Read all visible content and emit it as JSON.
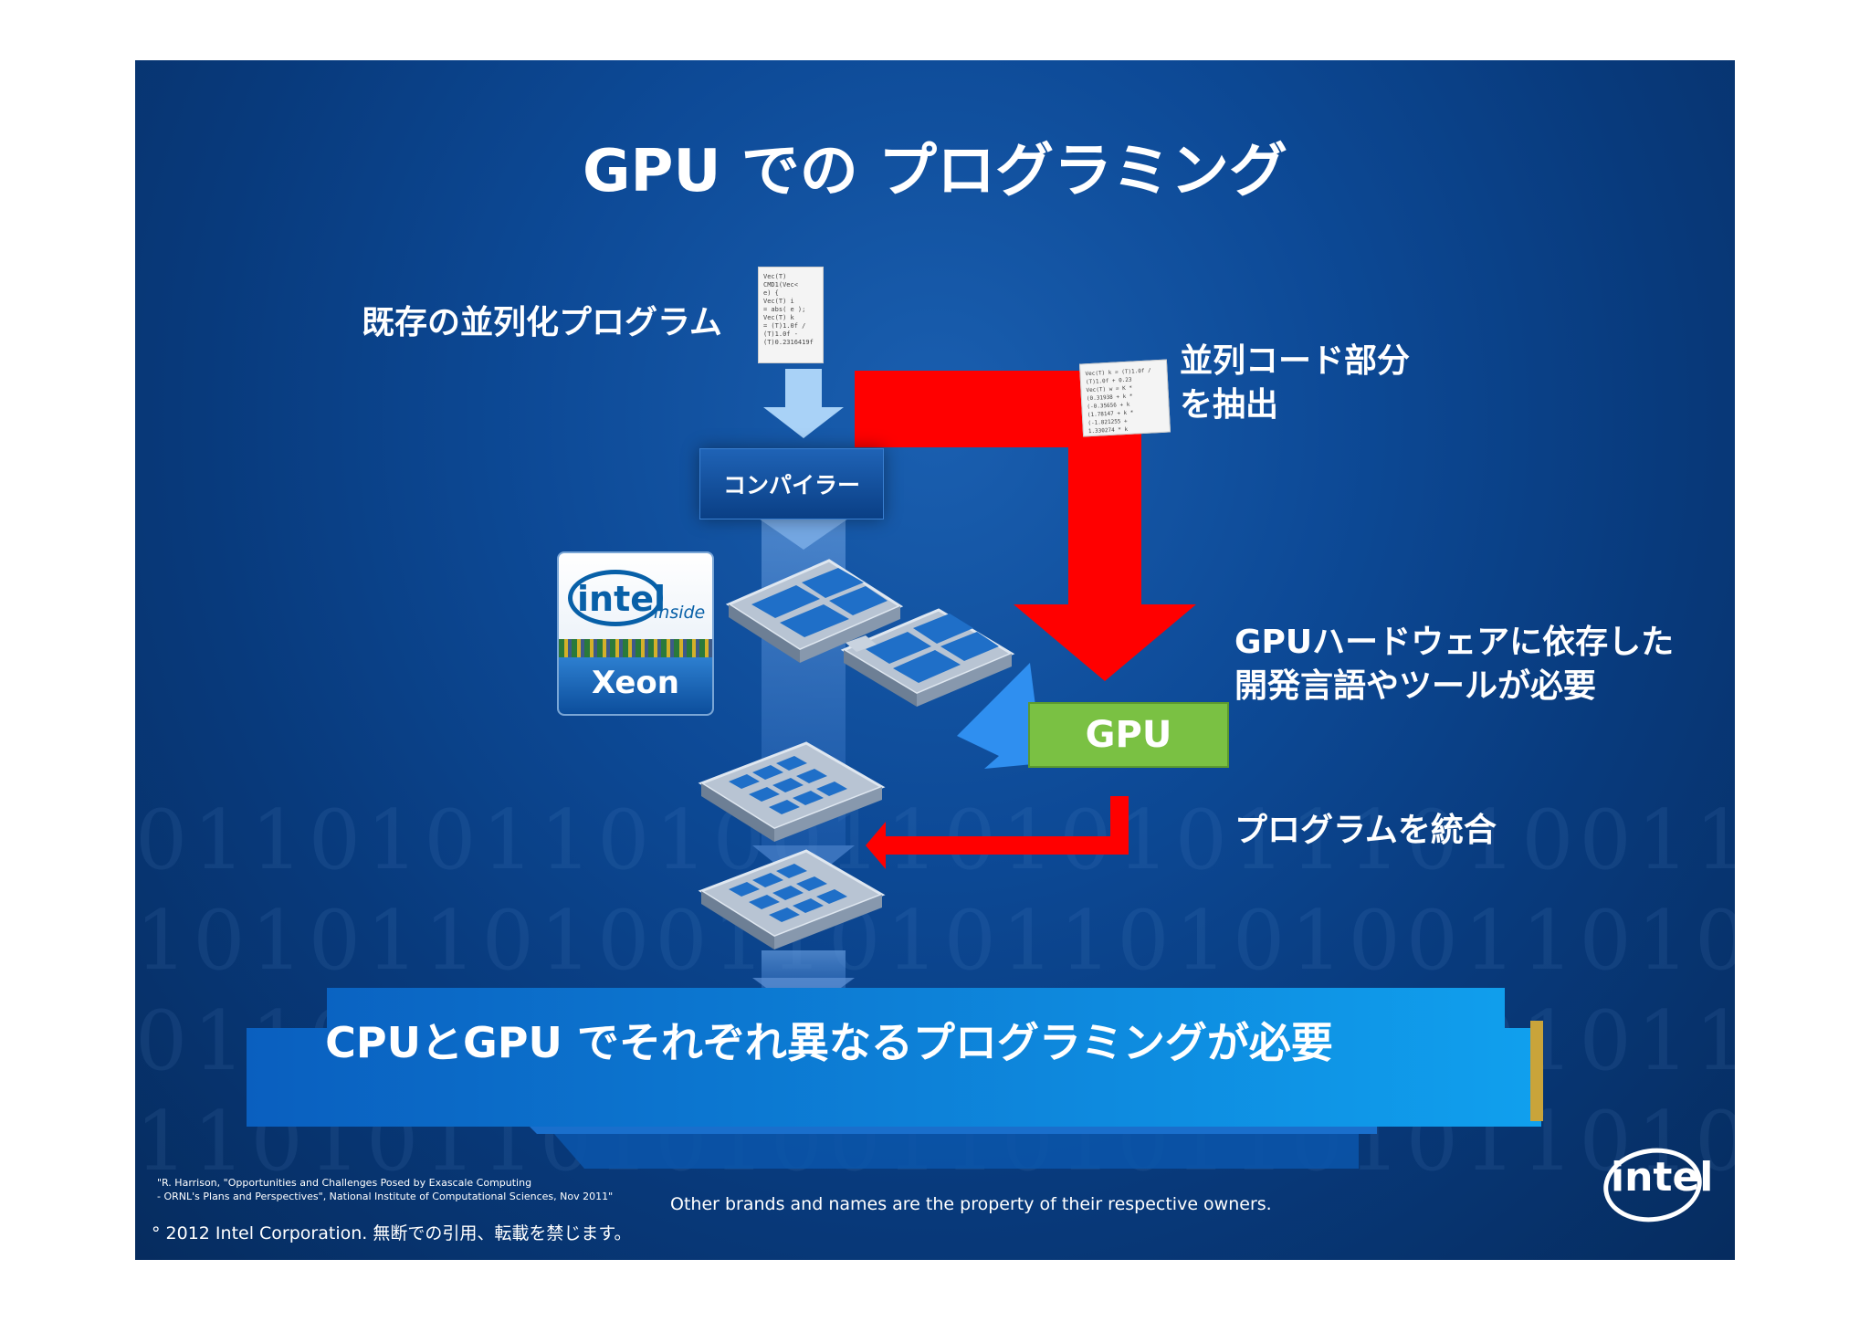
{
  "slide": {
    "title": "GPU での プログラミング",
    "labels": {
      "existing_program": "既存の並列化プログラム",
      "extract_line1": "並列コード部分",
      "extract_line2": "を抽出",
      "gpu_dep_line1": "GPUハードウェアに依存した",
      "gpu_dep_line2": "開発言語やツールが必要",
      "integrate": "プログラムを統合"
    },
    "compiler_label": "コンパイラー",
    "gpu_label": "GPU",
    "banner": "CPUとGPU でそれぞれ異なるプログラミングが必要",
    "intel_inside": {
      "brand": "intel",
      "inside": "inside",
      "product": "Xeon"
    },
    "intel_logo": "intel",
    "code_doc_lines": [
      "Vec(T)",
      "CMD1(Vec<",
      "e) {",
      "Vec(T) i",
      "= abs( e );",
      "Vec(T) k",
      "= (T)1.0f /",
      "(T)1.0f -",
      "(T)0.2316419f"
    ],
    "footnote_line1": "\"R. Harrison, \"Opportunities and Challenges Posed by Exascale Computing",
    "footnote_line2": "- ORNL's Plans and Perspectives\", National Institute of Computational Sciences, Nov 2011\"",
    "brands_notice": "Other brands and names are the property of their respective owners.",
    "copyright": "° 2012 Intel Corporation. 無断での引用、転載を禁じます。",
    "colors": {
      "background": "#0d4a97",
      "red_arrow": "#ff0000",
      "gpu_green": "#7ac143",
      "blue_arrow": "#2f8ff0",
      "banner": "#0a7fd8"
    }
  }
}
